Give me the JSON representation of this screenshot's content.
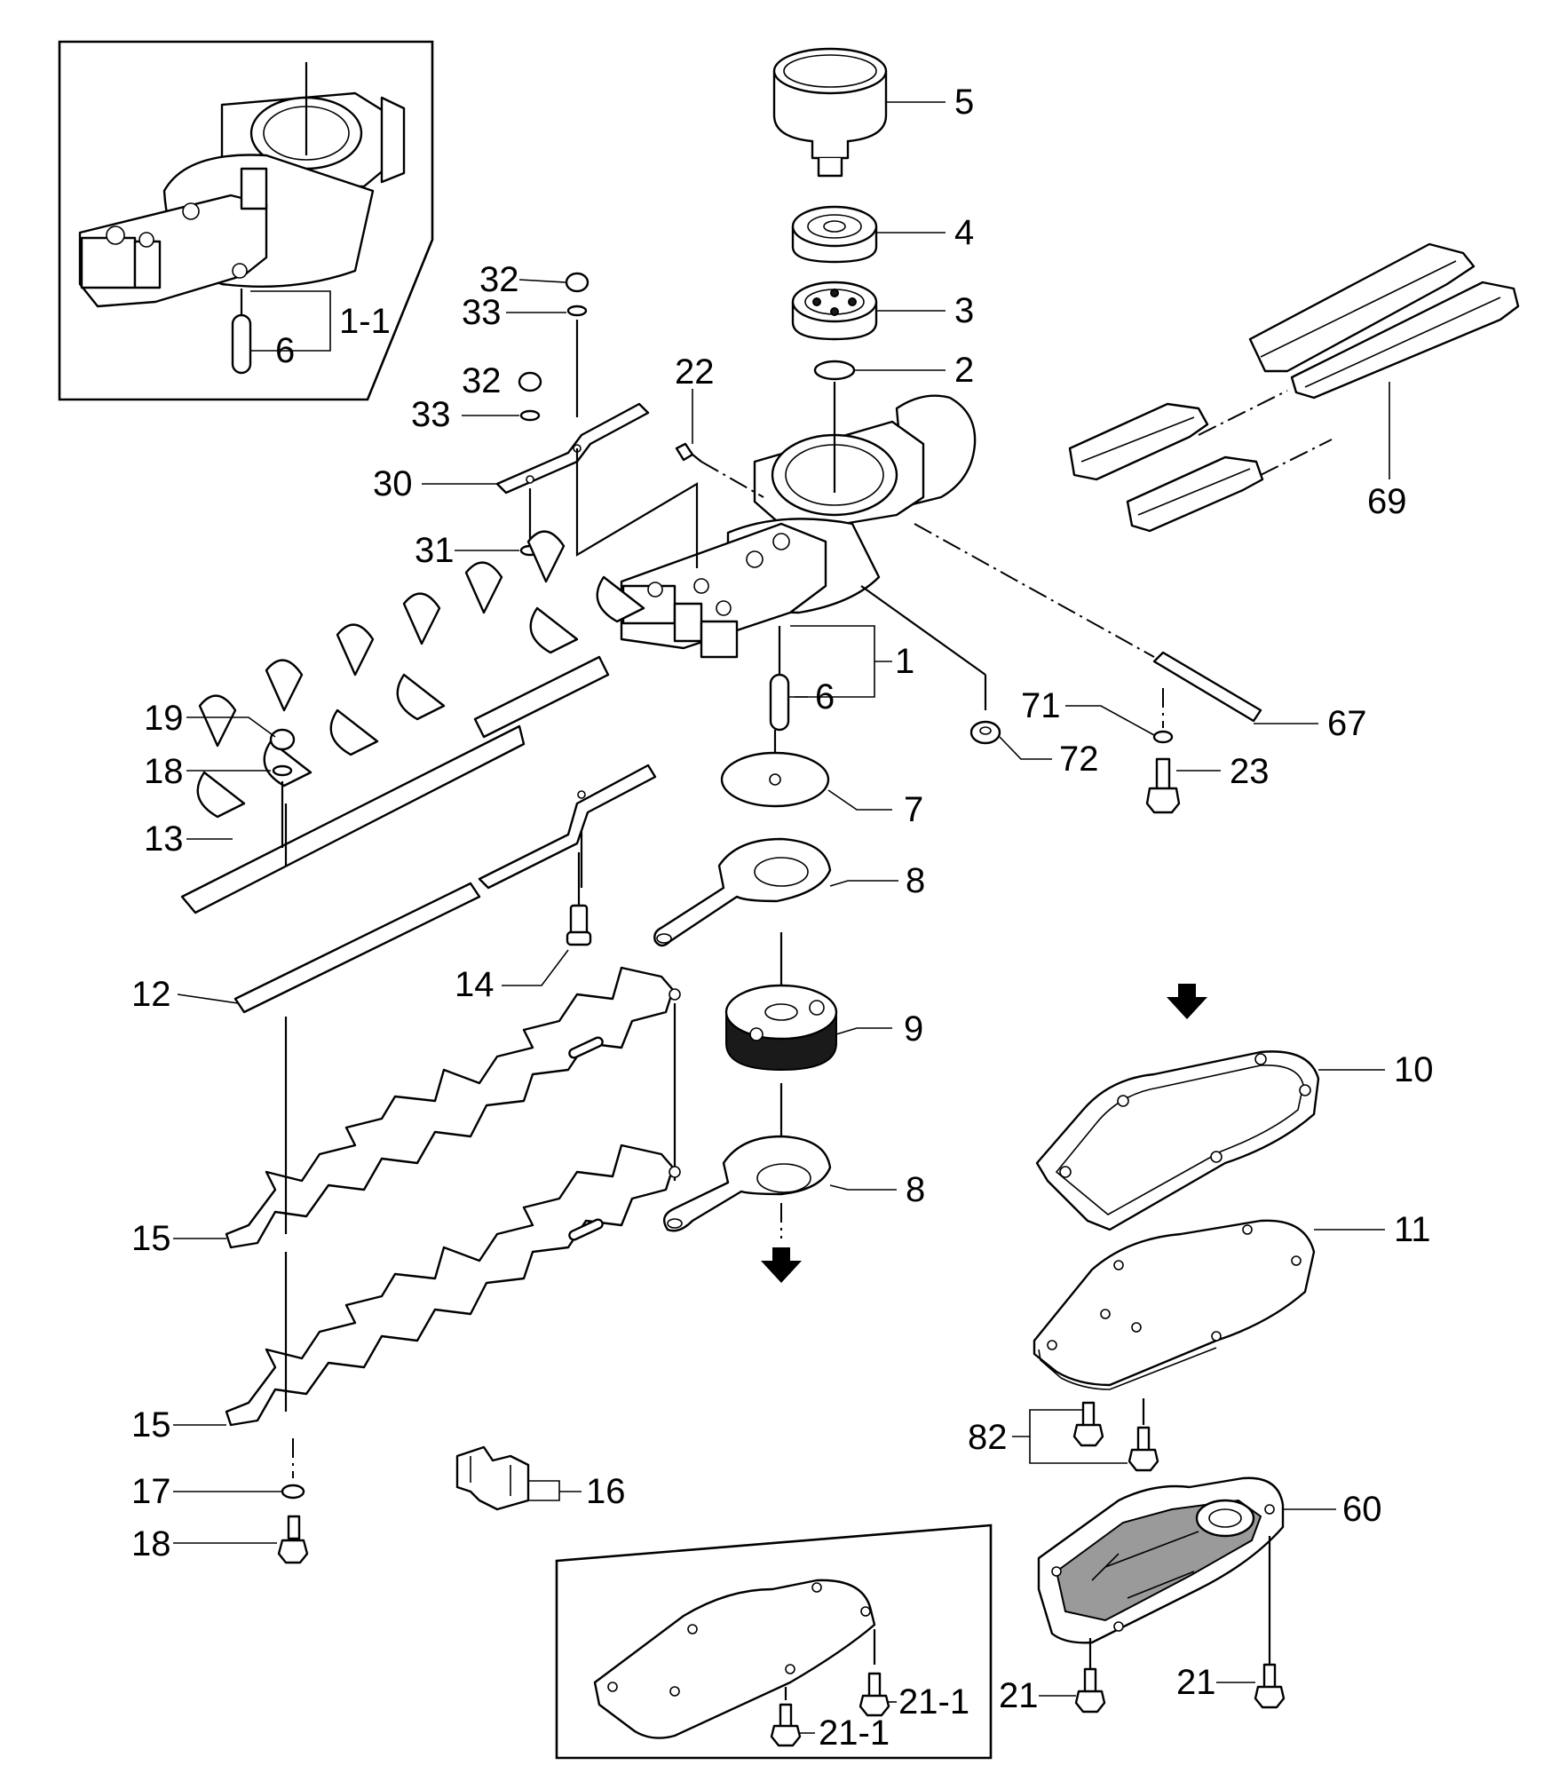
{
  "callouts": {
    "p1": "1",
    "p1_1": "1-1",
    "p2": "2",
    "p3": "3",
    "p4": "4",
    "p5": "5",
    "p6_inset": "6",
    "p6": "6",
    "p7": "7",
    "p8_top": "8",
    "p8_bottom": "8",
    "p9": "9",
    "p10": "10",
    "p11": "11",
    "p12": "12",
    "p13": "13",
    "p14": "14",
    "p15_top": "15",
    "p15_bottom": "15",
    "p16": "16",
    "p17": "17",
    "p18_top": "18",
    "p18_bottom": "18",
    "p19": "19",
    "p21_left": "21",
    "p21_right": "21",
    "p21_1_top": "21-1",
    "p21_1_bottom": "21-1",
    "p22": "22",
    "p23": "23",
    "p30": "30",
    "p31": "31",
    "p32_top": "32",
    "p32_mid": "32",
    "p33_top": "33",
    "p33_mid": "33",
    "p60": "60",
    "p67": "67",
    "p69": "69",
    "p71": "71",
    "p72": "72",
    "p82": "82"
  }
}
